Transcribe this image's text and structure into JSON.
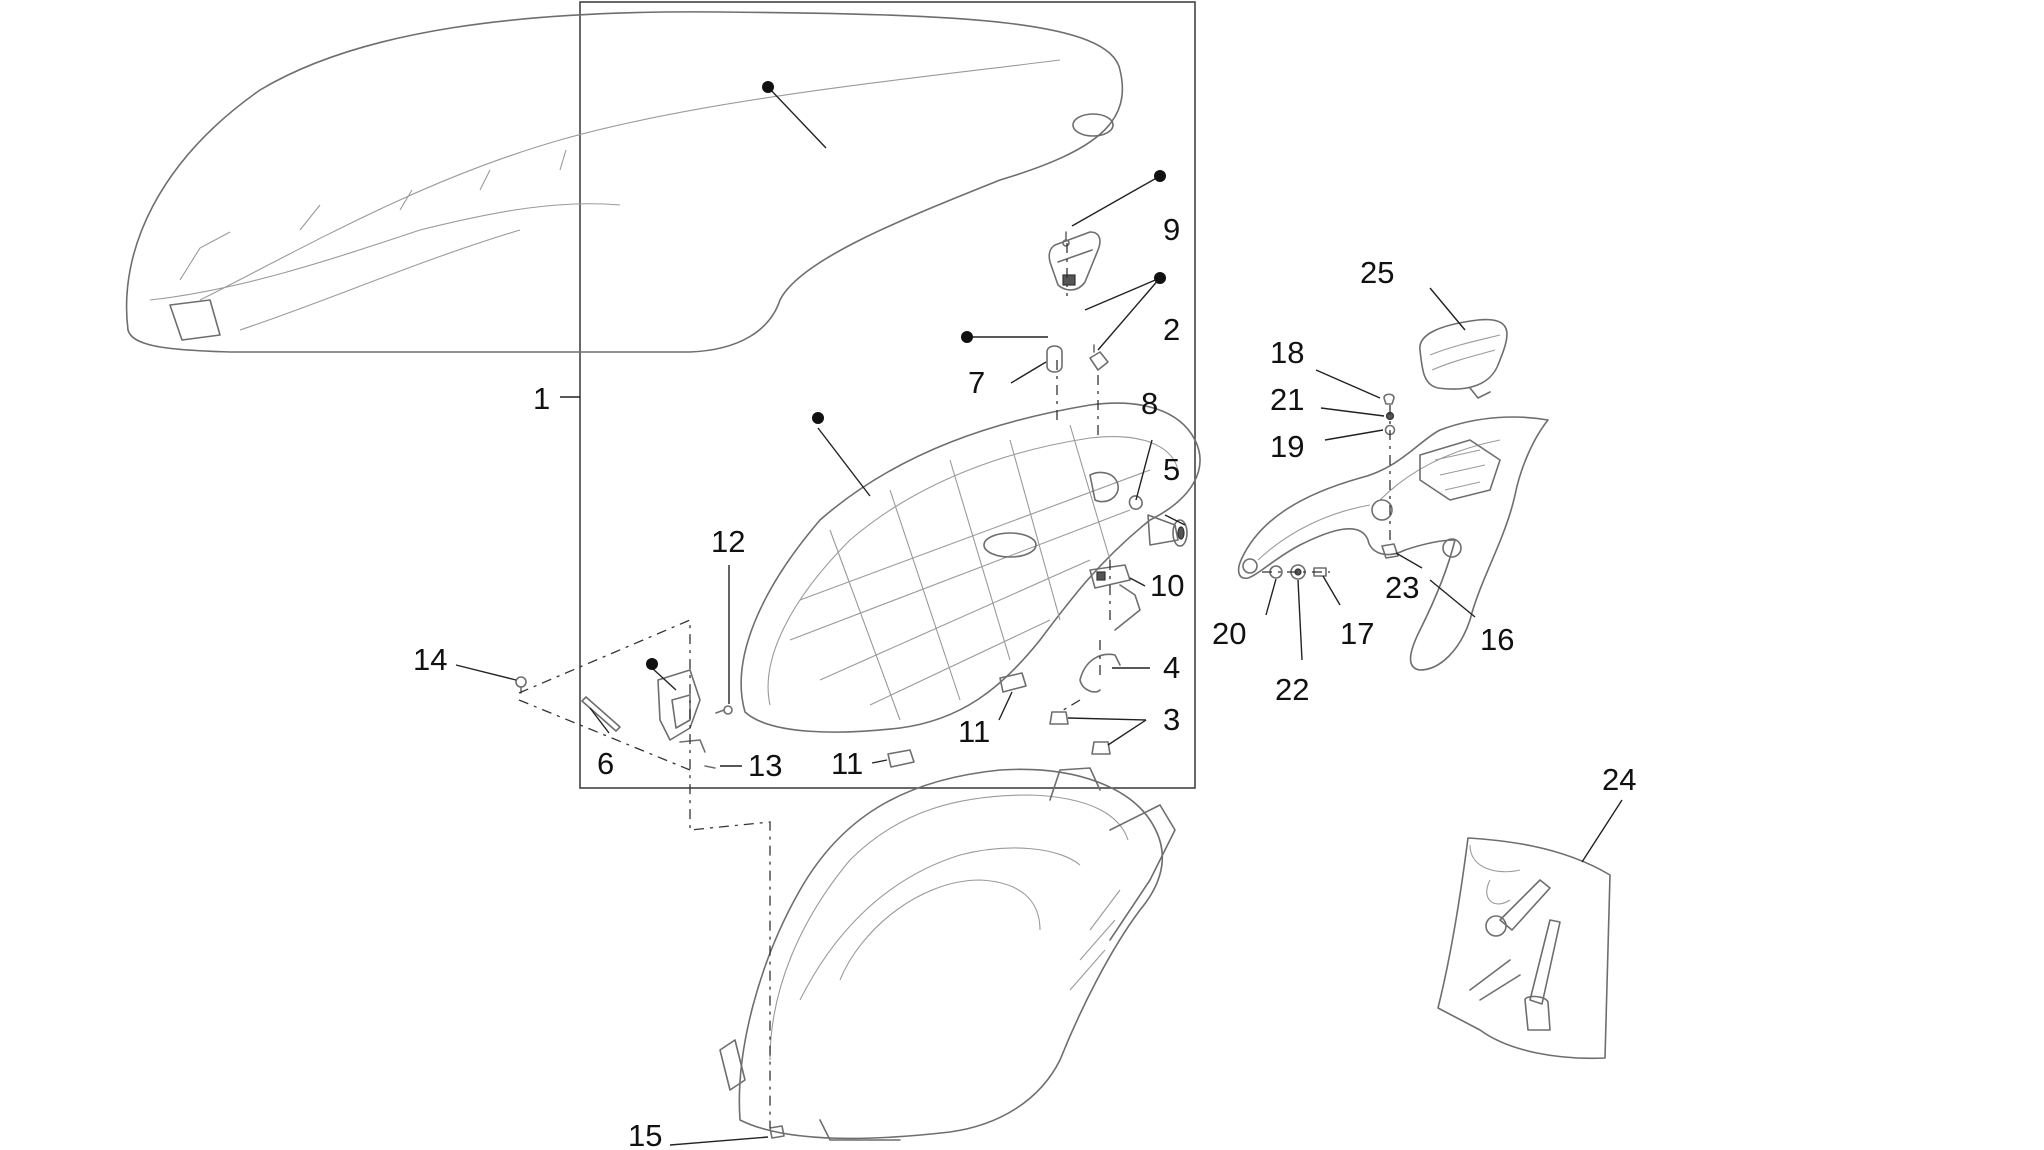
{
  "diagram": {
    "callouts": {
      "c1": "1",
      "c2": "2",
      "c3": "3",
      "c4": "4",
      "c5": "5",
      "c6": "6",
      "c7": "7",
      "c8": "8",
      "c9": "9",
      "c10": "10",
      "c11a": "11",
      "c11b": "11",
      "c12": "12",
      "c13": "13",
      "c14": "14",
      "c15": "15",
      "c16": "16",
      "c17": "17",
      "c18": "18",
      "c19": "19",
      "c20": "20",
      "c21": "21",
      "c22": "22",
      "c23": "23",
      "c24": "24",
      "c25": "25"
    }
  }
}
